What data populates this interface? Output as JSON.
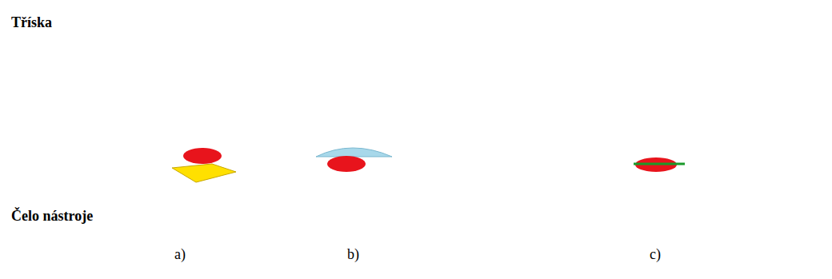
{
  "diagram": {
    "nodes": [
      {
        "text": [
          "Tříska"
        ]
      },
      {
        "text": [
          "Čelo nástroje"
        ]
      }
    ],
    "labels": [
      "a)",
      "b)",
      "c)"
    ]
  }
}
